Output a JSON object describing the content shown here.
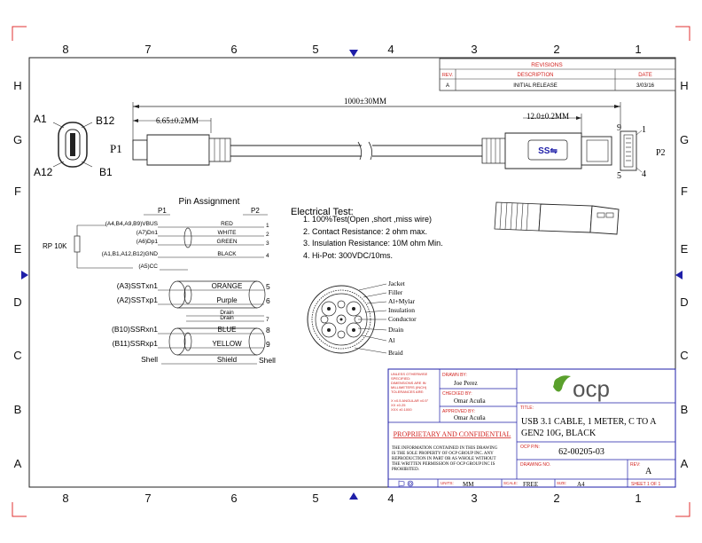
{
  "border": {
    "columns": [
      "8",
      "7",
      "6",
      "5",
      "4",
      "3",
      "2",
      "1"
    ],
    "rows": [
      "H",
      "G",
      "F",
      "E",
      "D",
      "C",
      "B",
      "A"
    ]
  },
  "revisions": {
    "title": "REVISIONS",
    "headers": [
      "REV.",
      "DESCRIPTION",
      "DATE"
    ],
    "rows": [
      [
        "A",
        "INITIAL RELEASE",
        "3/03/16"
      ]
    ]
  },
  "cable_drawing": {
    "total_length": "1000±30MM",
    "p1_dim": "6.65±0.2MM",
    "p2_dim": "12.0±0.2MM",
    "p1_label": "P1",
    "p2_label": "P2",
    "typec_pins": [
      "A1",
      "B12",
      "A12",
      "B1"
    ],
    "usba_pins": [
      "9",
      "1",
      "5",
      "4"
    ]
  },
  "pin_assignment": {
    "title": "Pin Assignment",
    "col_p1": "P1",
    "col_p2": "P2",
    "rp": "RP 10K",
    "rows": [
      {
        "p1": "(A4,B4,A9,B9)VBUS",
        "color": "RED",
        "p2": "1"
      },
      {
        "p1": "(A7)Dn1",
        "color": "WHITE",
        "p2": "2"
      },
      {
        "p1": "(A6)Dp1",
        "color": "GREEN",
        "p2": "3"
      },
      {
        "p1": "(A1,B1,A12,B12)GND",
        "color": "BLACK",
        "p2": "4"
      },
      {
        "p1": "(A5)CC",
        "color": "",
        "p2": ""
      },
      {
        "p1": "(A3)SSTxn1",
        "color": "ORANGE",
        "p2": "5"
      },
      {
        "p1": "(A2)SSTxp1",
        "color": "Purple",
        "p2": "6"
      },
      {
        "p1": "",
        "color": "Drain",
        "p2": ""
      },
      {
        "p1": "",
        "color": "Drain",
        "p2": "7"
      },
      {
        "p1": "(B10)SSRxn1",
        "color": "BLUE",
        "p2": "8"
      },
      {
        "p1": "(B11)SSRxp1",
        "color": "YELLOW",
        "p2": "9"
      },
      {
        "p1": "Shell",
        "color": "Shield",
        "p2": "Shell"
      }
    ]
  },
  "electrical_test": {
    "title": "Electrical Test:",
    "items": [
      "1.  100%Test(Open ,short ,miss wire)",
      "2.  Contact Resistance: 2 ohm max.",
      "3.  Insulation Resistance: 10M ohm Min.",
      "4.  Hi-Pot: 300VDC/10ms."
    ]
  },
  "cross_section": {
    "labels": [
      "Jacket",
      "Filler",
      "Al+Mylar",
      "Insulation",
      "Conductor",
      "Drain",
      "Al",
      "Braid"
    ]
  },
  "title_block": {
    "tolerance_text": [
      "UNLESS OTHERWISE",
      "SPECIFIED:",
      "DIMENSIONS ARE IN",
      "MILLIMETERS (INCH)",
      "TOLERANCES ARE:"
    ],
    "tolerance_vals": [
      "X      ±0.5  ANGULAR ±0.5°",
      "XX    ±0.25",
      "XXX  ±0.1000"
    ],
    "drawn_by_label": "DRAWN BY:",
    "drawn_by": "Joe Perez",
    "checked_by_label": "CHECKED BY:",
    "checked_by": "Omar Acuña",
    "approved_by_label": "APPROVED BY:",
    "approved_by": "Omar Acuña",
    "proprietary": "PROPRIETARY AND CONFIDENTIAL",
    "proprietary_text": [
      "THE INFORMATION CONTAINED IN THIS DRAWING",
      "IS THE SOLE PROPERTY OF OCP GROUP INC. ANY",
      "REPRODUCTION IN PART OR AS WHOLE WITHOUT",
      "THE WRITTEN PERMISSION OF OCP GROUP INC IS",
      "PROHIBITED."
    ],
    "logo": "ocp",
    "title_label": "TITLE:",
    "title_lines": [
      "USB 3.1 CABLE, 1 METER, C TO A",
      "GEN2 10G, BLACK"
    ],
    "ocp_pn_label": "OCP P/N:",
    "ocp_pn": "62-00205-03",
    "drawing_no_label": "DRAWING NO.",
    "rev_label": "REV:",
    "rev": "A",
    "units_label": "UNITS:",
    "units": "MM",
    "scale_label": "SCALE:",
    "scale": "FREE",
    "size_label": "SIZE:",
    "size": "A4",
    "sheet": "SHEET 1 OF 1"
  }
}
